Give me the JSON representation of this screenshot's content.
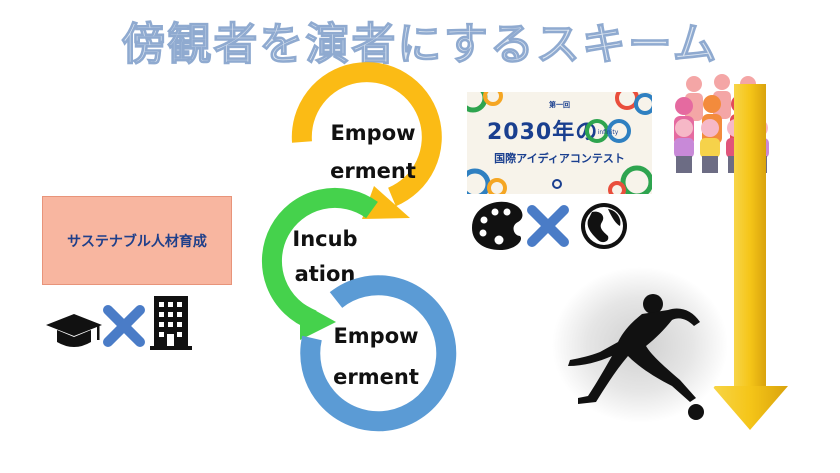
{
  "title": "傍観者を演者にするスキーム",
  "left_box": {
    "label": "サステナブル人材育成"
  },
  "rings": [
    {
      "line1": "Empow",
      "line2": "erment",
      "color": "#fbbb15"
    },
    {
      "line1": "Incub",
      "line2": "ation",
      "color": "#45d24c"
    },
    {
      "line1": "Empow",
      "line2": "erment",
      "color": "#5b9bd5"
    }
  ],
  "banner": {
    "line1": "第一回",
    "line2": "2030年の",
    "infinity_caption": "infinity",
    "line3": "国際アイディアコンテスト"
  },
  "icons": {
    "left": [
      "graduation-cap-icon",
      "cross-icon",
      "office-building-icon"
    ],
    "right": [
      "palette-icon",
      "cross-icon",
      "globe-icon"
    ]
  },
  "colors": {
    "title_fill": "#dde6f1",
    "title_stroke": "#8faad0",
    "box_fill": "#f8b6a0",
    "cross": "#4a7cc7",
    "arrow": "#f5c518"
  }
}
